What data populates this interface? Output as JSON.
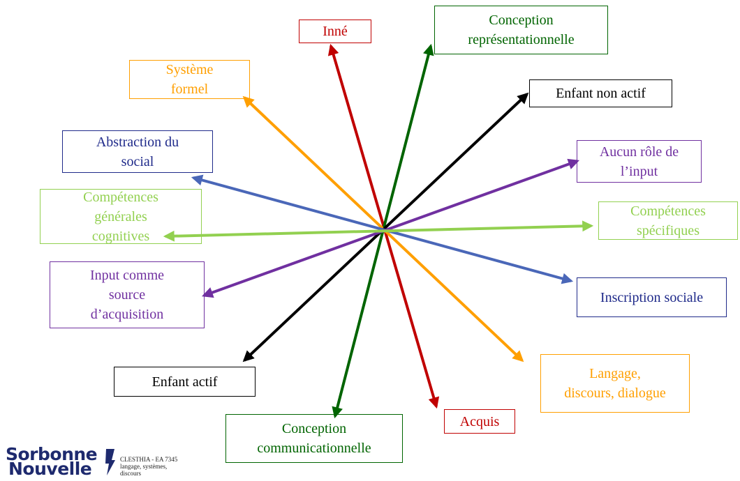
{
  "arrows": [
    {
      "id": "inne-acquis",
      "color": "#c00000",
      "from": "Acquis",
      "to": "Inné"
    },
    {
      "id": "representationnelle-communicationnelle",
      "color": "#006400",
      "from": "Conception communicationnelle",
      "to": "Conception représentationnelle"
    },
    {
      "id": "formel-langage",
      "color": "#ff9f00",
      "from": "Langage, discours, dialogue",
      "to": "Système formel"
    },
    {
      "id": "nonactif-actif",
      "color": "#000000",
      "from": "Enfant actif",
      "to": "Enfant non actif"
    },
    {
      "id": "abstraction-inscription",
      "color": "#4a67b8",
      "from": "Inscription sociale",
      "to": "Abstraction du social"
    },
    {
      "id": "aucunrole-input",
      "color": "#7030a0",
      "from": "Input comme source d'acquisition",
      "to": "Aucun rôle de l'input"
    },
    {
      "id": "generales-specifiques",
      "color": "#92d050",
      "from": "Compétences générales cognitives",
      "to": "Compétences spécifiques"
    }
  ],
  "labels": {
    "inne": {
      "lines": [
        "Inné"
      ],
      "color": "#c00000"
    },
    "conception_rep": {
      "lines": [
        "Conception",
        "représentationnelle"
      ],
      "color": "#006400"
    },
    "systeme_formel": {
      "lines": [
        "Système",
        "formel"
      ],
      "color": "#ff9f00"
    },
    "enfant_non_actif": {
      "lines": [
        "Enfant non actif"
      ],
      "color": "#000000"
    },
    "abstraction": {
      "lines": [
        "Abstraction du",
        "social"
      ],
      "color": "#1f2a8a"
    },
    "aucun_role": {
      "lines": [
        "Aucun rôle de",
        "l’input"
      ],
      "color": "#7030a0"
    },
    "comp_generales": {
      "lines": [
        "Compétences",
        "générales",
        "cognitives"
      ],
      "color": "#92d050"
    },
    "comp_specifiques": {
      "lines": [
        "Compétences",
        "spécifiques"
      ],
      "color": "#92d050"
    },
    "input_source": {
      "lines": [
        "Input comme",
        "source",
        "d’acquisition"
      ],
      "color": "#7030a0"
    },
    "inscription": {
      "lines": [
        "Inscription sociale"
      ],
      "color": "#1f2a8a"
    },
    "langage": {
      "lines": [
        "Langage,",
        "discours, dialogue"
      ],
      "color": "#ff9f00"
    },
    "enfant_actif": {
      "lines": [
        "Enfant actif"
      ],
      "color": "#000000"
    },
    "acquis": {
      "lines": [
        "Acquis"
      ],
      "color": "#c00000"
    },
    "conception_com": {
      "lines": [
        "Conception",
        "communicationnelle"
      ],
      "color": "#006400"
    }
  },
  "logo": {
    "word1": "Sorbonne",
    "word2": "Nouvelle",
    "sub1": "CLESTHIA - EA 7345",
    "sub2": "langage, systèmes,",
    "sub3": "discours",
    "color": "#1e2a6e"
  }
}
